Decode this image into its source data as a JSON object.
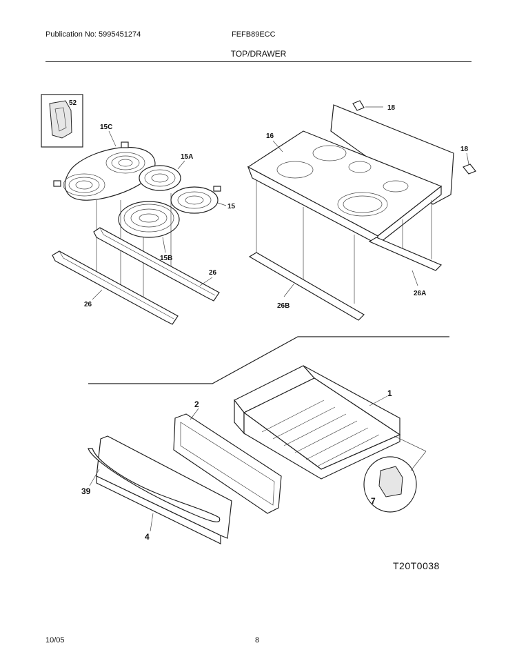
{
  "header": {
    "publication": "Publication No: 5995451274",
    "model": "FEFB89ECC",
    "section": "TOP/DRAWER"
  },
  "figure": {
    "id": "T20T0038",
    "callouts": {
      "p52": "52",
      "p15C": "15C",
      "p15A": "15A",
      "p15": "15",
      "p15B": "15B",
      "p26a": "26",
      "p26b": "26",
      "p16": "16",
      "p18a": "18",
      "p18b": "18",
      "p26A": "26A",
      "p26B": "26B",
      "p1": "1",
      "p2": "2",
      "p39": "39",
      "p4": "4",
      "p7": "7"
    }
  },
  "footer": {
    "date": "10/05",
    "page": "8"
  }
}
